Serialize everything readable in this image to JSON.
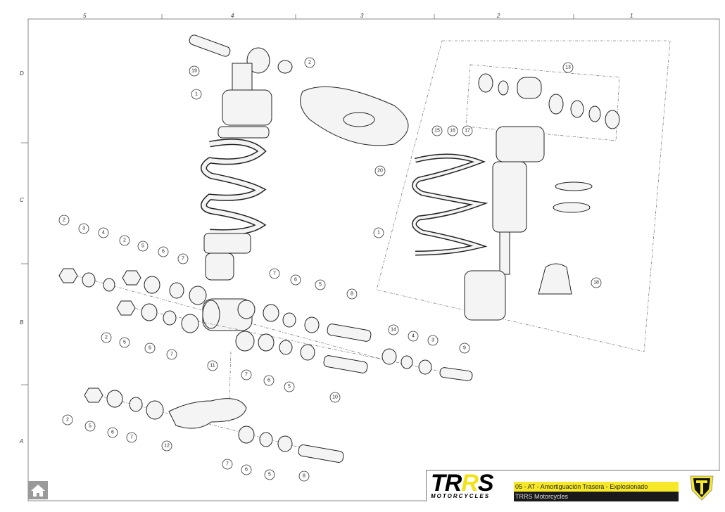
{
  "drawing": {
    "column_labels": [
      "5",
      "4",
      "3",
      "2",
      "1"
    ],
    "row_labels": [
      "D",
      "C",
      "B",
      "A"
    ],
    "callouts": [
      "19",
      "2",
      "1",
      "13",
      "20",
      "15",
      "16",
      "17",
      "1",
      "18",
      "2",
      "3",
      "4",
      "2",
      "5",
      "6",
      "7",
      "7",
      "6",
      "5",
      "8",
      "2",
      "5",
      "6",
      "7",
      "11",
      "14",
      "4",
      "3",
      "9",
      "7",
      "6",
      "5",
      "10",
      "2",
      "5",
      "6",
      "7",
      "12",
      "7",
      "6",
      "5",
      "8"
    ]
  },
  "title_block": {
    "logo_text": "TRRS",
    "logo_subtext": "MOTORCYCLES",
    "title": "05 - AT - Amortiguación Trasera - Explosionado",
    "company": "TRRS Motorcycles"
  },
  "nav": {
    "home_icon": "home-icon"
  },
  "colors": {
    "accent": "#f7e92a",
    "dark": "#1a1a1a"
  }
}
